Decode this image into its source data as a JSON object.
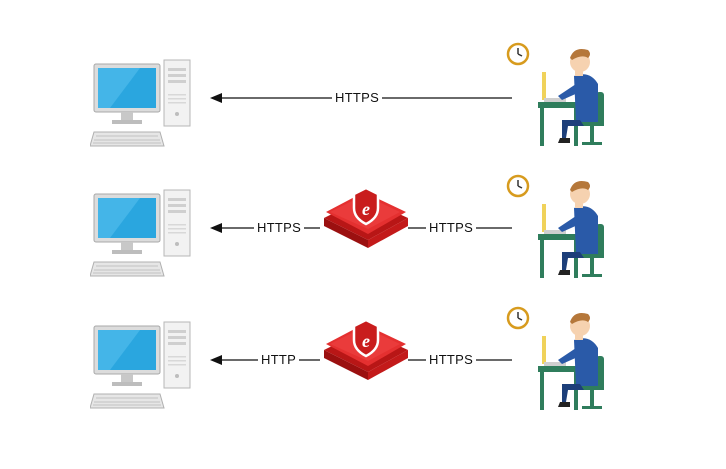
{
  "rows": [
    {
      "left_label": "HTTPS",
      "right_label": "",
      "has_gateway": false
    },
    {
      "left_label": "HTTPS",
      "right_label": "HTTPS",
      "has_gateway": true
    },
    {
      "left_label": "HTTP",
      "right_label": "HTTPS",
      "has_gateway": true
    }
  ],
  "colors": {
    "gateway_red": "#e02020",
    "monitor_blue": "#2aa6df",
    "person_shirt": "#2a5aa8",
    "desk_green": "#2f7d5c"
  },
  "icons": [
    "computer-icon",
    "gateway-shield-icon",
    "user-at-desk-icon",
    "clock-icon"
  ]
}
